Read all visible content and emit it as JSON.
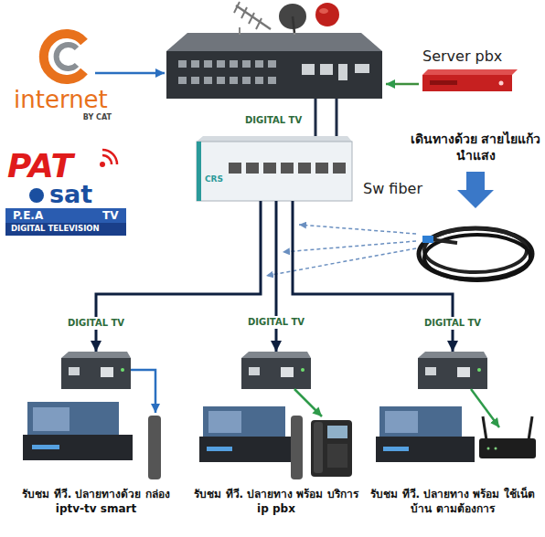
{
  "diagram": {
    "nodes": [
      {
        "text": [
          "internet",
          "BY CAT"
        ]
      },
      {
        "text": [
          "Server pbx"
        ]
      },
      {
        "text": [
          "Sw fiber"
        ]
      },
      {
        "text": [
          "รับชม ทีวี. ปลายทางด้วย กล่อง iptv-tv smart"
        ]
      },
      {
        "text": [
          "รับชม ทีวี. ปลายทาง พร้อม บริการ ip pbx"
        ]
      },
      {
        "text": [
          "รับชม ทีวี. ปลายทาง พร้อม ใช้เน็ตบ้าน ตามต้องการ"
        ]
      }
    ],
    "edges": [
      {
        "from": 2,
        "to": 3,
        "arrow": "to",
        "label": "DIGITAL TV"
      },
      {
        "from": 2,
        "to": 4,
        "arrow": "to",
        "label": "DIGITAL TV"
      },
      {
        "from": 2,
        "to": 5,
        "arrow": "to",
        "label": "DIGITAL TV"
      }
    ],
    "labels": [
      "PAT",
      "sat",
      "P.E.A",
      "TV",
      "DIGITAL TELEVISION",
      "DIGITAL TV",
      "CRS",
      "เดินทางด้วย สายไยแก้วนำแสง"
    ]
  }
}
